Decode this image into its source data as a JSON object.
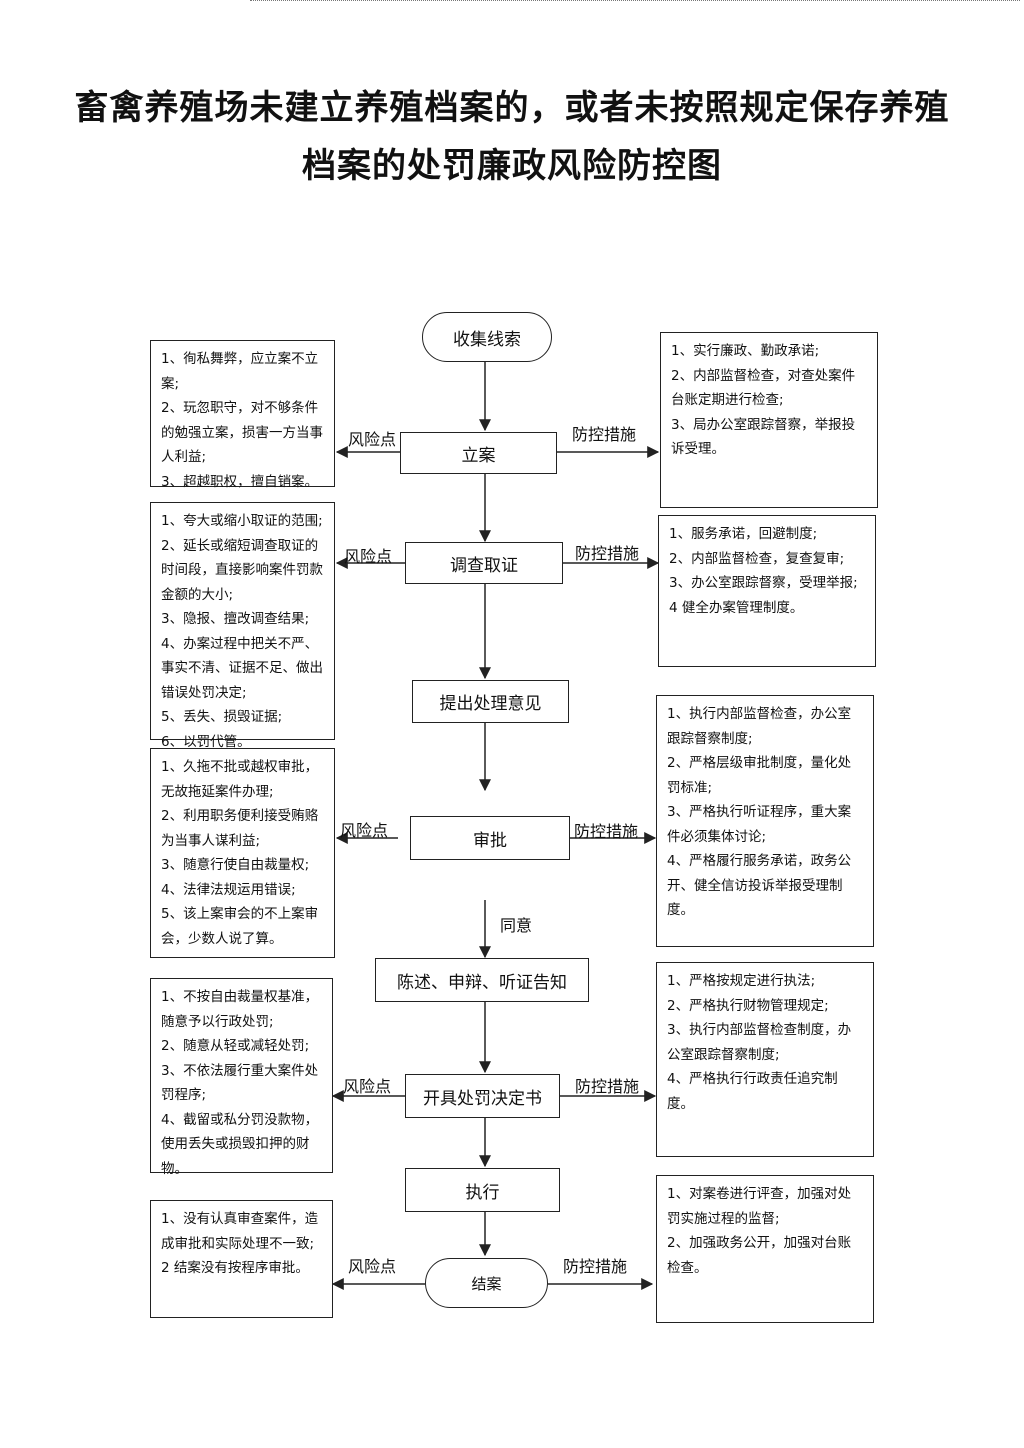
{
  "title": {
    "line1": "畜禽养殖场未建立养殖档案的，或者未按照规定保存养殖",
    "line2": "档案的处罚廉政风险防控图"
  },
  "steps": {
    "collect": "收集线索",
    "file_case": "立案",
    "investigate": "调查取证",
    "propose": "提出处理意见",
    "approve": "审批",
    "notify": "陈述、申辩、听证告知",
    "decision": "开具处罚决定书",
    "execute": "执行",
    "close": "结案"
  },
  "edge_labels": {
    "agree": "同意",
    "risk": "风险点",
    "control": "防控措施"
  },
  "risks": {
    "file_case": "1、徇私舞弊，应立案不立案;\n2、玩忽职守，对不够条件的勉强立案，损害一方当事人利益;\n3、超越职权，擅自销案。",
    "investigate": "1、夸大或缩小取证的范围;\n2、延长或缩短调查取证的时间段，直接影响案件罚款金额的大小;\n3、隐报、擅改调查结果;\n4、办案过程中把关不严、事实不清、证据不足、做出错误处罚决定;\n5、丢失、损毁证据;\n6、以罚代管。",
    "approve": "1、久拖不批或越权审批，无故拖延案件办理;\n2、利用职务便利接受贿赂为当事人谋利益;\n3、随意行使自由裁量权;\n4、法律法规运用错误;\n5、该上案审会的不上案审会，少数人说了算。",
    "decision": "1、不按自由裁量权基准，随意予以行政处罚;\n2、随意从轻或减轻处罚;\n3、不依法履行重大案件处罚程序;\n4、截留或私分罚没款物，使用丢失或损毁扣押的财物。",
    "close": "1、没有认真审查案件，造成审批和实际处理不一致;\n2 结案没有按程序审批。"
  },
  "controls": {
    "file_case": "1、实行廉政、勤政承诺;\n2、内部监督检查，对查处案件台账定期进行检查;\n3、局办公室跟踪督察，举报投诉受理。",
    "investigate": "1、服务承诺，回避制度;\n2、内部监督检查，复查复审;\n3、办公室跟踪督察，受理举报;\n4 健全办案管理制度。",
    "approve": "1、执行内部监督检查，办公室跟踪督察制度;\n2、严格层级审批制度，量化处罚标准;\n3、严格执行听证程序，重大案件必须集体讨论;\n4、严格履行服务承诺，政务公开、健全信访投诉举报受理制度。",
    "decision": "1、严格按规定进行执法;\n2、严格执行财物管理规定;\n3、执行内部监督检查制度，办公室跟踪督察制度;\n4、严格执行行政责任追究制度。",
    "close": "1、对案卷进行评查，加强对处罚实施过程的监督;\n2、加强政务公开，加强对台账检查。"
  }
}
